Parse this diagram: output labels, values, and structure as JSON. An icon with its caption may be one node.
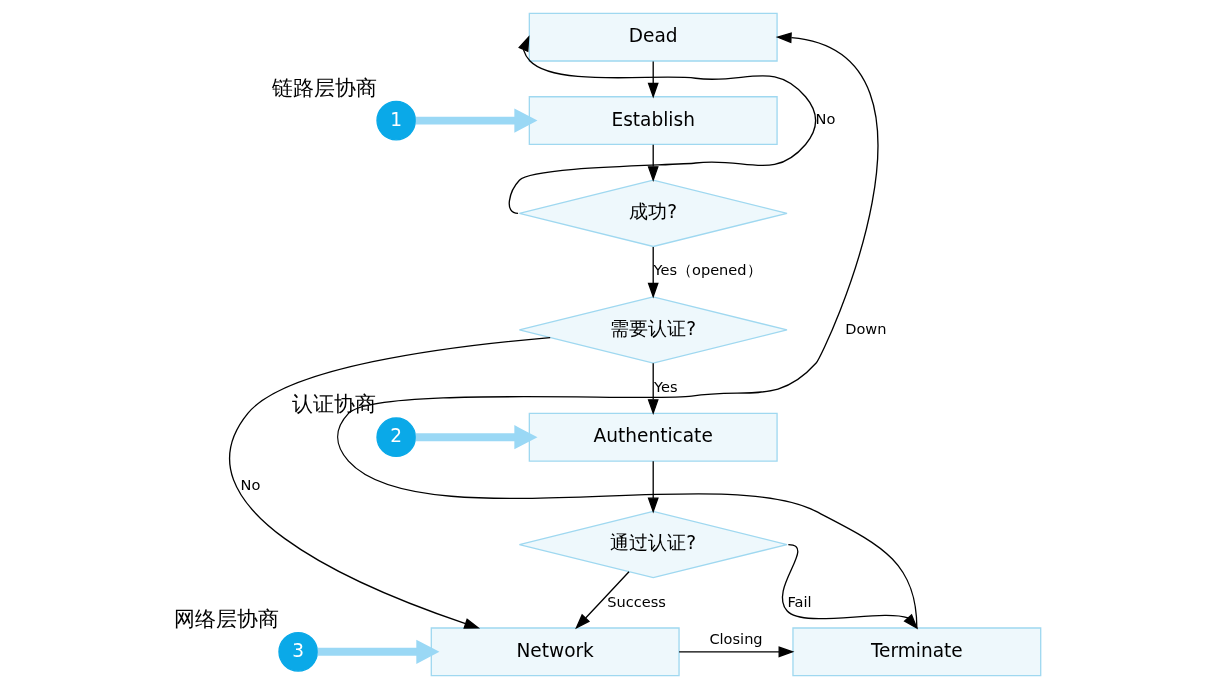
{
  "diagram": {
    "nodes": [
      {
        "text": [
          "Dead"
        ]
      },
      {
        "text": [
          "Establish"
        ]
      },
      {
        "text": [
          "成功?"
        ]
      },
      {
        "text": [
          "需要认证?"
        ]
      },
      {
        "text": [
          "Authenticate"
        ]
      },
      {
        "text": [
          "通过认证?"
        ]
      },
      {
        "text": [
          "Network"
        ]
      },
      {
        "text": [
          "Terminate"
        ]
      },
      {
        "text": [
          "1"
        ],
        "beside": [
          "链路层协商"
        ]
      },
      {
        "text": [
          "2"
        ],
        "beside": [
          "认证协商"
        ]
      },
      {
        "text": [
          "3"
        ],
        "beside": [
          "网络层协商"
        ]
      }
    ],
    "edges": [
      {
        "from": 0,
        "to": 1,
        "arrow": "to"
      },
      {
        "from": 1,
        "to": 2,
        "arrow": "to"
      },
      {
        "from": 2,
        "to": 0,
        "arrow": "to",
        "label": "No"
      },
      {
        "from": 2,
        "to": 3,
        "arrow": "to",
        "label": "Yes（opened）"
      },
      {
        "from": 3,
        "to": 6,
        "arrow": "to",
        "label": "No"
      },
      {
        "from": 3,
        "to": 4,
        "arrow": "to",
        "label": "Yes"
      },
      {
        "from": 4,
        "to": 5,
        "arrow": "to"
      },
      {
        "from": 5,
        "to": 7,
        "arrow": "to",
        "label": "Fail"
      },
      {
        "from": 5,
        "to": 6,
        "arrow": "to",
        "label": "Success"
      },
      {
        "from": 6,
        "to": 7,
        "arrow": "to",
        "label": "Closing"
      },
      {
        "from": 7,
        "to": 0,
        "arrow": "to",
        "label": "Down"
      },
      {
        "from": 8,
        "to": 1,
        "arrow": "to",
        "style": "thick",
        "color": "#9ad8f5"
      },
      {
        "from": 9,
        "to": 4,
        "arrow": "to",
        "style": "thick",
        "color": "#9ad8f5"
      },
      {
        "from": 10,
        "to": 6,
        "arrow": "to",
        "style": "thick",
        "color": "#9ad8f5"
      }
    ]
  }
}
